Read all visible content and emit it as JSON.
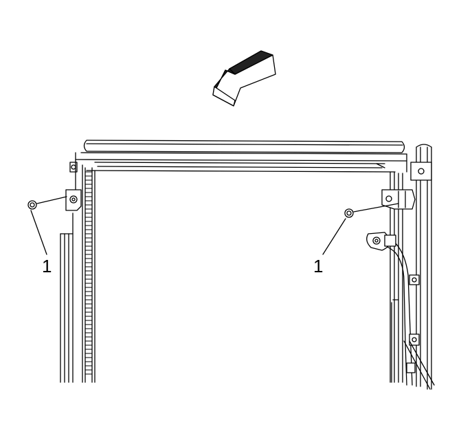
{
  "callouts": [
    {
      "id": "left",
      "label": "1"
    },
    {
      "id": "right",
      "label": "1"
    }
  ],
  "colors": {
    "line": "#000000",
    "fill": "#ffffff",
    "shade": "#1a1a1a"
  },
  "icons": {
    "direction": "arrow-icon"
  }
}
